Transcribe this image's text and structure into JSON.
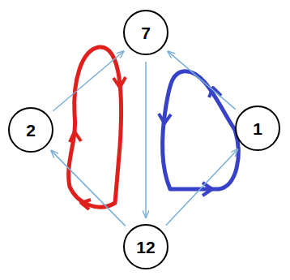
{
  "diagram": {
    "nodes": [
      {
        "text": [
          "7"
        ]
      },
      {
        "text": [
          "2"
        ]
      },
      {
        "text": [
          "1"
        ]
      },
      {
        "text": [
          "12"
        ]
      }
    ],
    "edges": [
      {
        "from": 1,
        "to": 0,
        "arrow": "to"
      },
      {
        "from": 2,
        "to": 0,
        "arrow": "to"
      },
      {
        "from": 0,
        "to": 3,
        "arrow": "to"
      },
      {
        "from": 3,
        "to": 2,
        "arrow": "to"
      },
      {
        "from": 3,
        "to": 1,
        "arrow": "to"
      }
    ]
  }
}
